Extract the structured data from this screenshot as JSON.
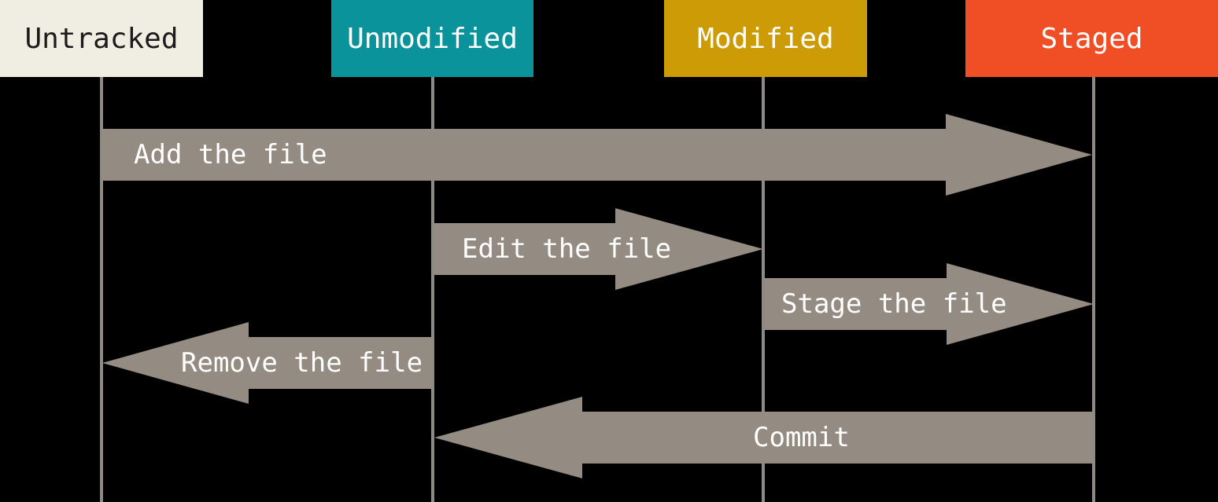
{
  "title": "Git file status lifecycle",
  "colors": {
    "background": "#000000",
    "arrow_fill": "#948B83",
    "arrow_text": "#FFFFFF",
    "lifeline": "#8D8A86"
  },
  "states": [
    {
      "id": "untracked",
      "label": "Untracked",
      "bg": "#F0EEE3",
      "text_color": "#1C1A1B"
    },
    {
      "id": "unmodified",
      "label": "Unmodified",
      "bg": "#0B939C",
      "text_color": "#FFFFFF"
    },
    {
      "id": "modified",
      "label": "Modified",
      "bg": "#CC9B06",
      "text_color": "#FFFFFF"
    },
    {
      "id": "staged",
      "label": "Staged",
      "bg": "#F04E24",
      "text_color": "#FFFFFF"
    }
  ],
  "transitions": [
    {
      "label": "Add the file",
      "from": "untracked",
      "to": "staged",
      "direction": "right"
    },
    {
      "label": "Edit the file",
      "from": "unmodified",
      "to": "modified",
      "direction": "right"
    },
    {
      "label": "Stage the file",
      "from": "modified",
      "to": "staged",
      "direction": "right"
    },
    {
      "label": "Remove the file",
      "from": "unmodified",
      "to": "untracked",
      "direction": "left"
    },
    {
      "label": "Commit",
      "from": "staged",
      "to": "unmodified",
      "direction": "left"
    }
  ]
}
